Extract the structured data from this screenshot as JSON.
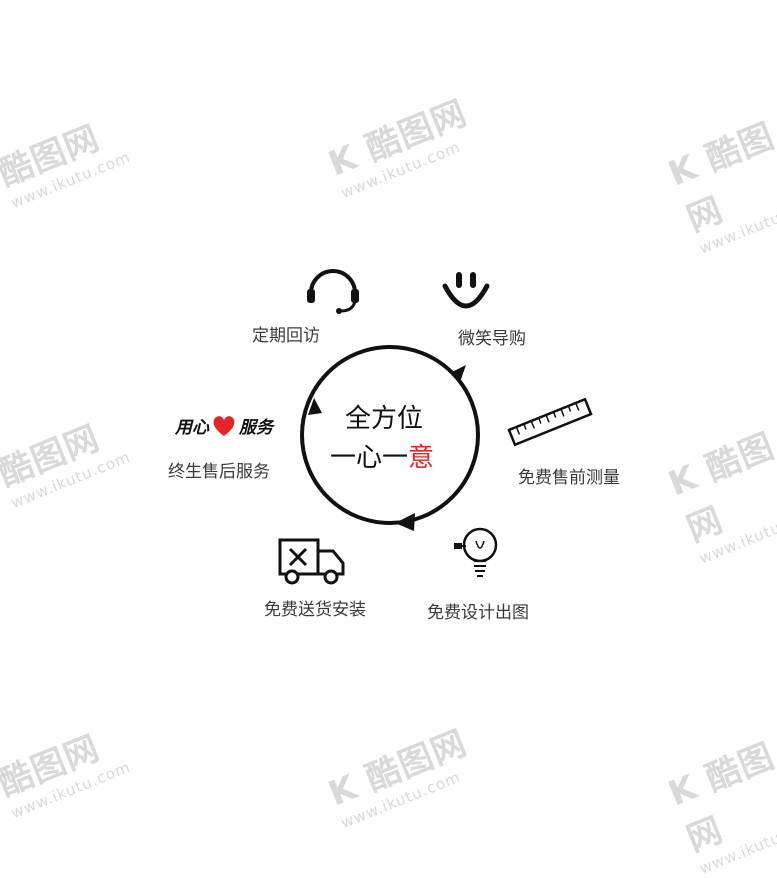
{
  "watermark": {
    "brand": "酷图网",
    "url": "www.ikutu.com"
  },
  "center": {
    "line1": "全方位",
    "line2_a": "一心一",
    "line2_b": "意"
  },
  "labels": {
    "visit": "定期回访",
    "smile": "微笑导购",
    "measure": "免费售前测量",
    "design": "免费设计出图",
    "delivery": "免费送货安装",
    "lifelong": "终生售后服务"
  },
  "badge": {
    "part1": "用心",
    "part2": "服务"
  },
  "colors": {
    "accent": "#e0252b",
    "ink": "#111111",
    "watermark": "#d9d9d9"
  },
  "icons": [
    "headset-icon",
    "smiley-icon",
    "ruler-icon",
    "lightbulb-icon",
    "truck-icon",
    "heart-icon"
  ]
}
